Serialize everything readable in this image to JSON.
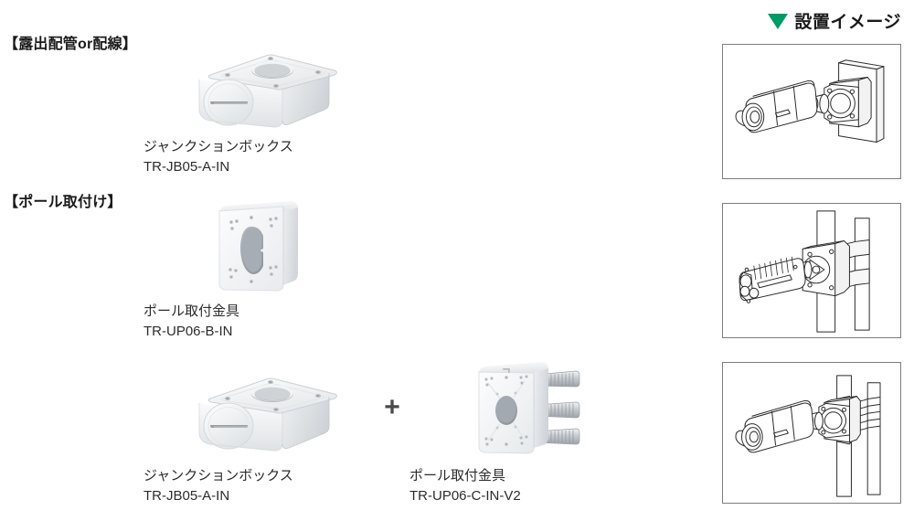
{
  "page": {
    "background": "#ffffff",
    "accent_green": "#009a66",
    "text_color": "#231f20"
  },
  "left_column": {
    "sections": [
      {
        "heading": "【露出配管or配線】"
      },
      {
        "heading": "【ポール取付け】"
      }
    ],
    "products": [
      {
        "id": "jb-1",
        "name_jp": "ジャンクションボックス",
        "model": "TR-JB05-A-IN",
        "image": "junction-box-photo"
      },
      {
        "id": "pole-b",
        "name_jp": "ポール取付金具",
        "model": "TR-UP06-B-IN",
        "image": "pole-bracket-photo"
      },
      {
        "id": "jb-2",
        "name_jp": "ジャンクションボックス",
        "model": "TR-JB05-A-IN",
        "image": "junction-box-photo"
      },
      {
        "id": "pole-c",
        "name_jp": "ポール取付金具",
        "model": "TR-UP06-C-IN-V2",
        "image": "pole-bracket-clamps-photo"
      }
    ],
    "combination_operator": "+"
  },
  "right_column": {
    "header": {
      "marker_icon": "triangle-down-icon",
      "title": "設置イメージ"
    },
    "panels": [
      {
        "id": "panel-1",
        "illustration": "camera-on-junction-box-wall-mount-illustration"
      },
      {
        "id": "panel-2",
        "illustration": "camera-on-pole-bracket-illustration"
      },
      {
        "id": "panel-3",
        "illustration": "camera-on-junction-box-pole-clamp-illustration"
      }
    ]
  }
}
